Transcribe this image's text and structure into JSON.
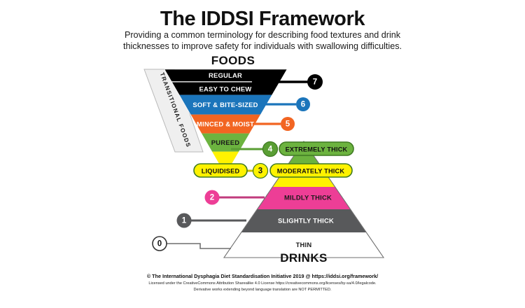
{
  "header": {
    "title": "The IDDSI Framework",
    "subtitle_line1": "Providing a common terminology for describing food textures and drink",
    "subtitle_line2": "thicknesses to improve safety for individuals with swallowing difficulties."
  },
  "labels": {
    "foods_header": "FOODS",
    "drinks_header": "DRINKS",
    "transitional": "TRANSITIONAL FOODS"
  },
  "foods": [
    {
      "level": "7",
      "name": "REGULAR",
      "color": "#000000",
      "text_color": "#ffffff",
      "circle_color": "#000000",
      "circle_text": "#ffffff"
    },
    {
      "level": "7",
      "name": "EASY TO CHEW",
      "color": "#000000",
      "text_color": "#ffffff",
      "circle_color": "#000000",
      "circle_text": "#ffffff"
    },
    {
      "level": "6",
      "name": "SOFT & BITE-SIZED",
      "color": "#1b75bb",
      "text_color": "#ffffff",
      "circle_color": "#1b75bb",
      "circle_text": "#ffffff"
    },
    {
      "level": "5",
      "name": "MINCED & MOIST",
      "color": "#f26522",
      "text_color": "#ffffff",
      "circle_color": "#f26522",
      "circle_text": "#ffffff"
    },
    {
      "level": "4",
      "name": "PUREED",
      "color": "#6cb33f",
      "text_color": "#1a1a1a",
      "circle_color": "#5a9e34",
      "circle_text": "#ffffff"
    },
    {
      "level": "3",
      "name": "LIQUIDISED",
      "color": "#fff200",
      "text_color": "#1a1a1a",
      "circle_color": "#fff200",
      "circle_text": "#1a1a1a"
    }
  ],
  "drinks": [
    {
      "level": "4",
      "name": "EXTREMELY THICK",
      "color": "#6cb33f",
      "text_color": "#1a1a1a"
    },
    {
      "level": "3",
      "name": "MODERATELY THICK",
      "color": "#fff200",
      "text_color": "#1a1a1a"
    },
    {
      "level": "2",
      "name": "MILDLY THICK",
      "color": "#ed3e96",
      "text_color": "#1a1a1a",
      "circle_color": "#d62e82",
      "circle_text": "#ffffff"
    },
    {
      "level": "1",
      "name": "SLIGHTLY THICK",
      "color": "#58595b",
      "text_color": "#ffffff",
      "circle_color": "#58595b",
      "circle_text": "#ffffff"
    },
    {
      "level": "0",
      "name": "THIN",
      "color": "#ffffff",
      "text_color": "#1a1a1a",
      "circle_color": "#ffffff",
      "circle_text": "#111111"
    }
  ],
  "footer": {
    "line1": "© The International Dysphagia Diet Standardisation Initiative 2019 @ https://iddsi.org/framework/",
    "line2": "Licensed under the CreativeCommons Attribution Sharealike 4.0 License https://creativecommons.org/licenses/by-sa/4.0/legalcode.",
    "line3": "Derivative works extending beyond language translation are NOT PERMITTED."
  }
}
